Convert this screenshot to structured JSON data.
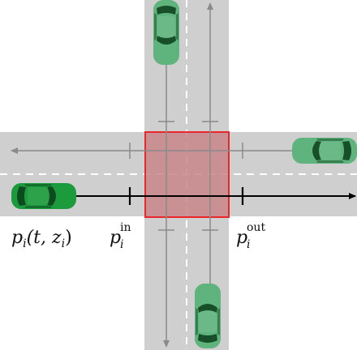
{
  "diagram": {
    "type": "intersection-schematic",
    "colors": {
      "road": "#cfcfcf",
      "lane_dash": "#ffffff",
      "conflict_zone_fill": "#c9868a",
      "conflict_zone_border": "#e8262b",
      "ego_car": "#1c9b3c",
      "other_cars": "#5fb37c",
      "trajectory": "#000000",
      "lane_arrows": "#8a8a8a"
    },
    "labels": {
      "ego_position": {
        "base": "p",
        "sub": "i",
        "args": "(t, z",
        "args_sub": "i",
        "args_close": ")"
      },
      "entry_point": {
        "base": "p",
        "sub": "i",
        "sup": "in"
      },
      "exit_point": {
        "base": "p",
        "sub": "i",
        "sup": "out"
      }
    },
    "vehicles": [
      {
        "id": "ego",
        "heading": "east",
        "color_role": "ego_car",
        "icon": "car-icon"
      },
      {
        "id": "north-car",
        "heading": "south",
        "color_role": "other_cars",
        "icon": "car-icon"
      },
      {
        "id": "east-car",
        "heading": "west",
        "color_role": "other_cars",
        "icon": "car-icon"
      },
      {
        "id": "south-car",
        "heading": "north",
        "color_role": "other_cars",
        "icon": "car-icon"
      }
    ]
  }
}
